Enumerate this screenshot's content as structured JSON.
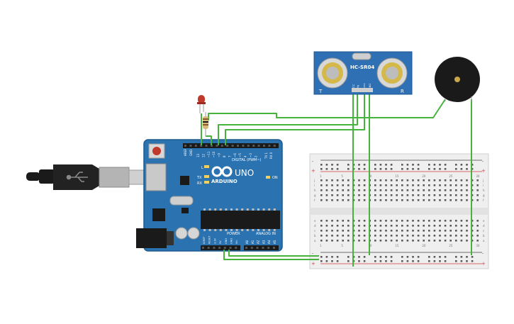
{
  "arduino": {
    "brand": "ARDUINO",
    "model": "UNO",
    "aref_label": "AREF",
    "gnd_label": "GND",
    "digital_label": "DIGITAL (PWM~)",
    "power_label": "POWER",
    "analog_label": "ANALOG IN",
    "on_label": "ON",
    "tx_label": "TX",
    "rx_label": "RX",
    "l_label": "L",
    "tx_pin_label": "TX 1",
    "rx_pin_label": "RX 0",
    "digital_pins": [
      "13",
      "12",
      "~11",
      "~10",
      "~9",
      "8",
      "7",
      "~6",
      "~5",
      "4",
      "~3",
      "2"
    ],
    "power_pins": [
      "IOREF",
      "RESET",
      "3.3V",
      "5V",
      "GND",
      "GND",
      "Vin"
    ],
    "analog_pins": [
      "A0",
      "A1",
      "A2",
      "A3",
      "A4",
      "A5"
    ]
  },
  "sensor": {
    "name": "HC-SR04",
    "pins": [
      "VCC",
      "Trig",
      "Echo",
      "GND"
    ],
    "left_mark": "T",
    "right_mark": "R"
  },
  "breadboard": {
    "columns": [
      "1",
      "5",
      "10",
      "15",
      "20",
      "25",
      "30"
    ],
    "rows_top": [
      "j",
      "i",
      "h",
      "g",
      "f"
    ],
    "rows_bottom": [
      "e",
      "d",
      "c",
      "b",
      "a"
    ],
    "plus": "+",
    "minus": "-"
  },
  "colors": {
    "board": "#2a72b0",
    "board_dark": "#1e5a8e",
    "wire": "#46b43c",
    "sensor": "#2f6fb3",
    "breadboard": "#f2f2f2",
    "rail_red": "#d23a3a",
    "rail_black": "#444444",
    "led": "#c0392b",
    "buzzer": "#1a1a1a"
  }
}
